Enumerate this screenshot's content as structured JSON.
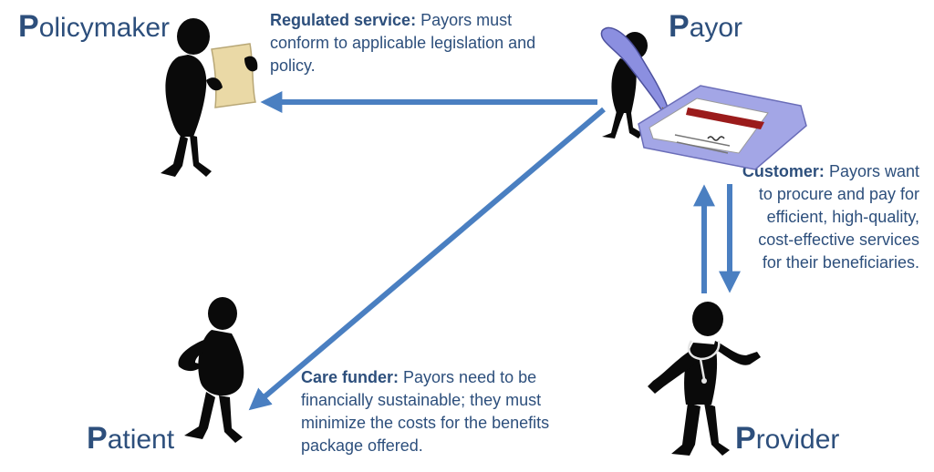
{
  "roles": {
    "policymaker": {
      "initial": "P",
      "rest": "olicymaker"
    },
    "payor": {
      "initial": "P",
      "rest": "ayor"
    },
    "patient": {
      "initial": "P",
      "rest": "atient"
    },
    "provider": {
      "initial": "P",
      "rest": "rovider"
    }
  },
  "relations": {
    "regulated": {
      "heading": "Regulated service:",
      "text": "Payors must conform to applicable legislation and policy."
    },
    "customer": {
      "heading": "Customer:",
      "text": "Payors want to procure and pay for efficient, high-quality, cost-effective services for their beneficiaries."
    },
    "care_funder": {
      "heading": "Care funder:",
      "text": "Payors need to be financially sustainable; they must minimize the costs for the benefits package offered."
    }
  },
  "colors": {
    "text": "#2d4f7c",
    "arrow": "#4a7fc1",
    "figure": "#0a0a0a",
    "scroll": "#ead9a6",
    "pen": "#8b8fe0",
    "paper_pad": "#a3a6e6",
    "paper_stripe": "#9b1b1b"
  },
  "icons": [
    "policymaker-figure-icon",
    "scroll-icon",
    "payor-figure-icon",
    "pen-icon",
    "payment-paper-icon",
    "patient-figure-icon",
    "provider-figure-icon",
    "stethoscope-icon"
  ]
}
